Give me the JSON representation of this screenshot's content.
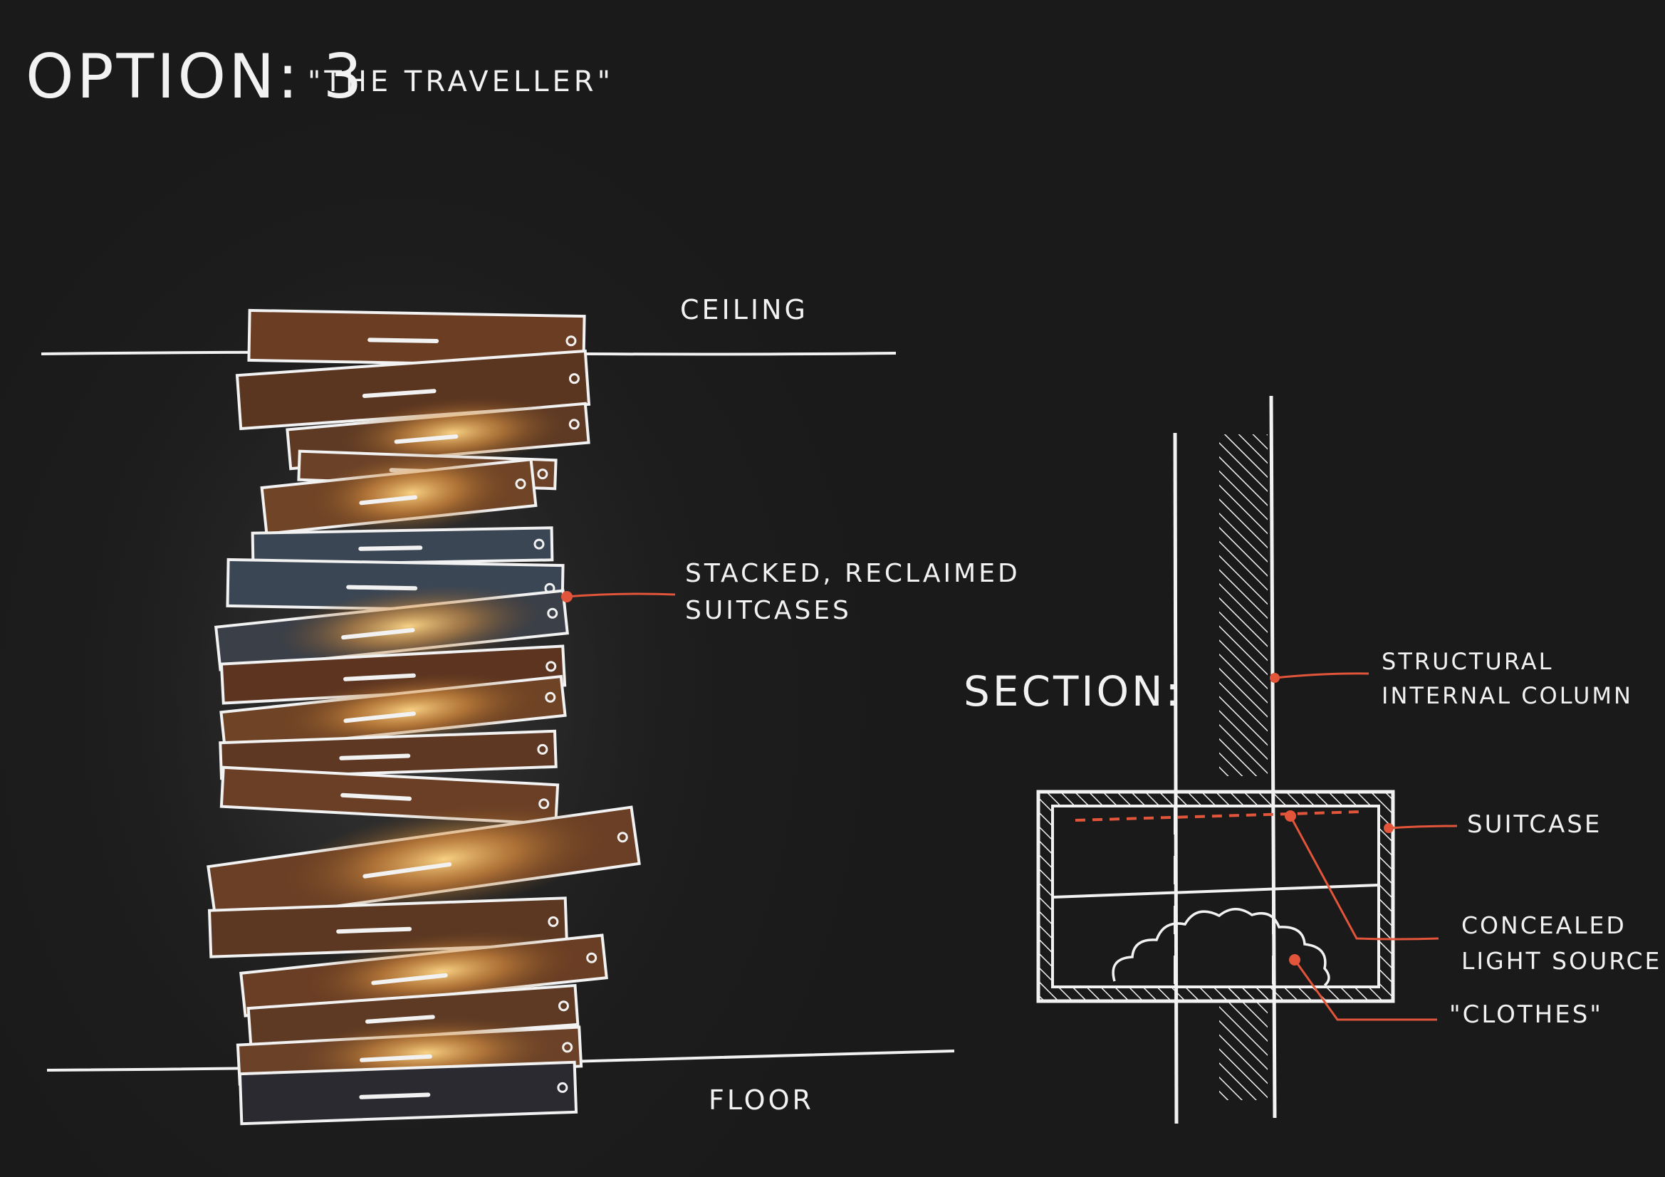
{
  "title": {
    "option": "OPTION: 3",
    "name": "\"THE TRAVELLER\""
  },
  "elevation": {
    "ceiling_label": "CEILING",
    "floor_label": "FLOOR",
    "suitcases_label_lines": [
      "STACKED, RECLAIMED",
      "SUITCASES"
    ]
  },
  "section": {
    "heading": "SECTION:",
    "column_label_lines": [
      "STRUCTURAL",
      "INTERNAL COLUMN"
    ],
    "suitcase_label": "SUITCASE",
    "light_label_lines": [
      "CONCEALED",
      "LIGHT SOURCE"
    ],
    "clothes_label": "\"CLOTHES\""
  },
  "colors": {
    "background": "#1c1c1c",
    "chalk": "#f2f2f2",
    "leader": "#e2553a",
    "leather": "#6b3d22",
    "blue_case": "#3b4654",
    "glow": "#ffc86e"
  }
}
